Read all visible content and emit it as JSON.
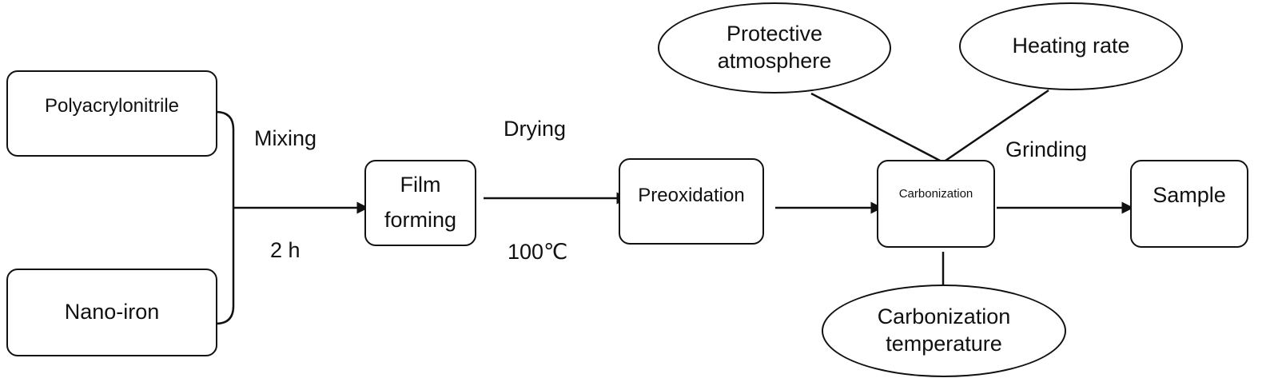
{
  "inputs": {
    "polyacrylonitrile": "Polyacrylonitrile",
    "nano_iron": "Nano-iron"
  },
  "steps": {
    "mixing": {
      "label": "Mixing",
      "condition": "2 h"
    },
    "film_forming": {
      "line1": "Film",
      "line2": "forming"
    },
    "drying": {
      "label": "Drying",
      "condition": "100℃"
    },
    "preoxidation": "Preoxidation",
    "carbonization": "Carbonization",
    "grinding": "Grinding",
    "sample": "Sample"
  },
  "factors": {
    "protective_atmosphere": {
      "line1": "Protective",
      "line2": "atmosphere"
    },
    "heating_rate": "Heating rate",
    "carbonization_temperature": {
      "line1": "Carbonization",
      "line2": "temperature"
    }
  }
}
